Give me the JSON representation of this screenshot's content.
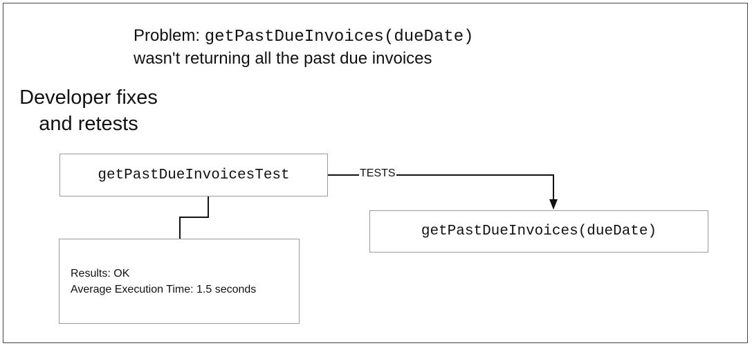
{
  "problem": {
    "prefix": "Problem: ",
    "method": "getPastDueInvoices(dueDate)",
    "line2": "wasn't returning all the past due invoices"
  },
  "title": {
    "line1": "Developer fixes",
    "line2": "and retests"
  },
  "nodes": {
    "test": {
      "label": "getPastDueInvoicesTest"
    },
    "target": {
      "label": "getPastDueInvoices(dueDate)"
    },
    "results": {
      "line1": "Results: OK",
      "line2": "Average Execution Time: 1.5 seconds"
    }
  },
  "edges": [
    {
      "from": "test",
      "to": "target",
      "label": "TESTS",
      "arrow": true
    },
    {
      "from": "test",
      "to": "results",
      "label": "",
      "arrow": false
    }
  ],
  "colors": {
    "line": "#111111",
    "box_border": "#999999",
    "frame_border": "#444444",
    "background": "#ffffff"
  }
}
